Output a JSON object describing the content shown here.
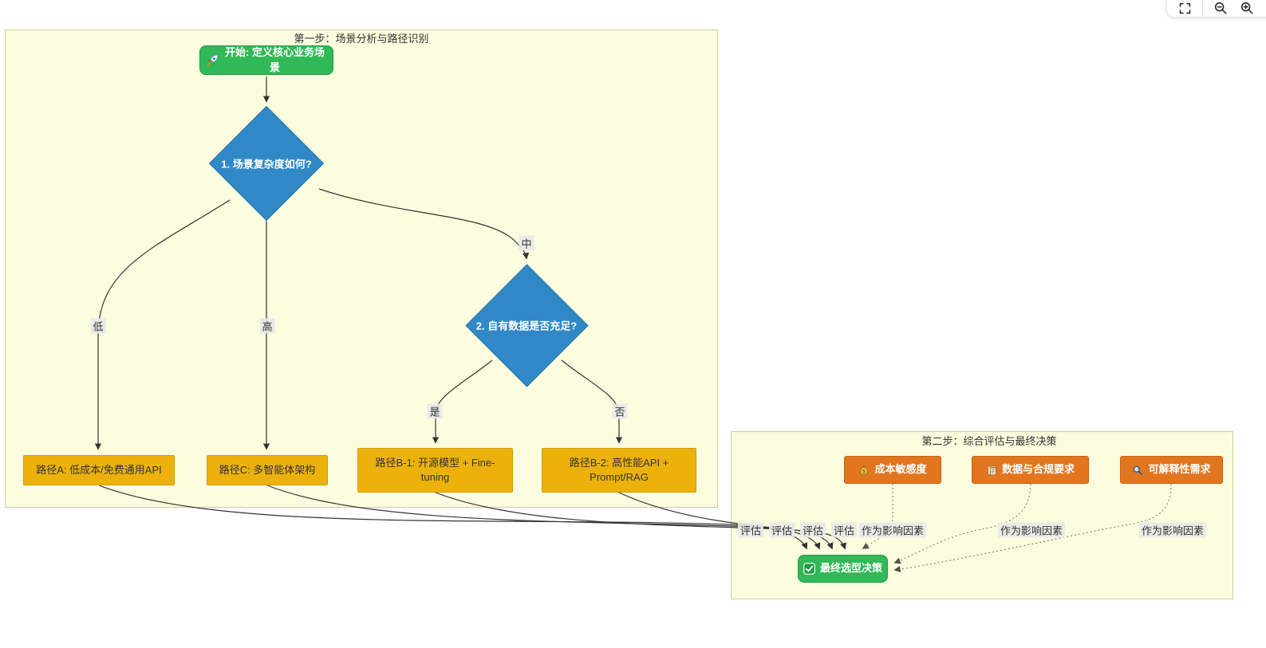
{
  "toolbar": {
    "buttons": [
      {
        "name": "fullscreen",
        "icon": "fullscreen-icon"
      },
      {
        "name": "zoom-out",
        "icon": "zoom-out-icon"
      },
      {
        "name": "zoom-in",
        "icon": "zoom-in-icon"
      }
    ]
  },
  "diagram": {
    "subgraphs": [
      {
        "title": "第一步：场景分析与路径识别"
      },
      {
        "title": "第二步：综合评估与最终决策"
      }
    ],
    "nodes": {
      "start": {
        "icon": "rocket-icon",
        "label": "开始: 定义核心业务场景"
      },
      "decision1": {
        "label": "1. 场景复杂度如何?"
      },
      "decision2": {
        "label": "2. 自有数据是否充足?"
      },
      "pathA": {
        "label": "路径A: 低成本/免费通用API"
      },
      "pathC": {
        "label": "路径C: 多智能体架构"
      },
      "pathB1": {
        "label": "路径B-1: 开源模型 + Fine-tuning"
      },
      "pathB2": {
        "label": "路径B-2: 高性能API + Prompt/RAG"
      },
      "factorCost": {
        "icon": "money-bag-icon",
        "label": "成本敏感度"
      },
      "factorData": {
        "icon": "scroll-icon",
        "label": "数据与合规要求"
      },
      "factorExplain": {
        "icon": "magnifier-icon",
        "label": "可解释性需求"
      },
      "final": {
        "icon": "check-icon",
        "label": "最终选型决策"
      }
    },
    "edge_labels": {
      "low": "低",
      "high": "高",
      "mid": "中",
      "yes": "是",
      "no": "否",
      "evaluate": "评估",
      "influence": "作为影响因素"
    },
    "colors": {
      "subgraph_fill": "#fcfcdf",
      "subgraph_border": "#cfcf9b",
      "start_end_green": "#31b857",
      "decision_blue": "#3088c6",
      "path_yellow": "#ecb20b",
      "factor_orange": "#e2761f",
      "edge_solid": "#333333",
      "edge_dotted": "#8a8a78",
      "edge_label_bg": "#e8e8e8"
    }
  }
}
